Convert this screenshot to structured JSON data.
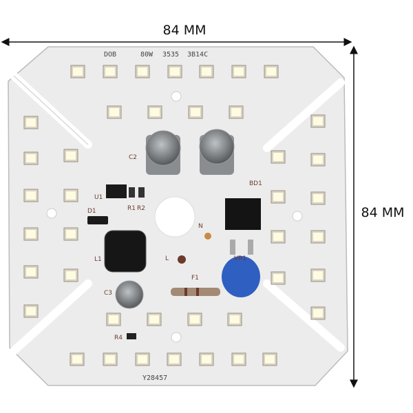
{
  "dimensions": {
    "width_label": "84 MM",
    "height_label": "84 MM"
  },
  "board": {
    "header_text": [
      "DOB",
      "80W",
      "3535",
      "3B14C"
    ],
    "serial": "Y28457",
    "component_labels": {
      "c2": "C2",
      "u1": "U1",
      "r1": "R1",
      "r2": "R2",
      "d1": "D1",
      "l1": "L1",
      "c3": "C3",
      "r4": "R4",
      "f1": "F1",
      "l": "L",
      "n": "N",
      "vr1": "VR1",
      "bd1": "BD1"
    },
    "led_count": 42,
    "colors": {
      "board": "#ececec",
      "led": "#fffbe0",
      "silk": "#6b3a2e",
      "varistor": "#2f5fc0"
    }
  }
}
